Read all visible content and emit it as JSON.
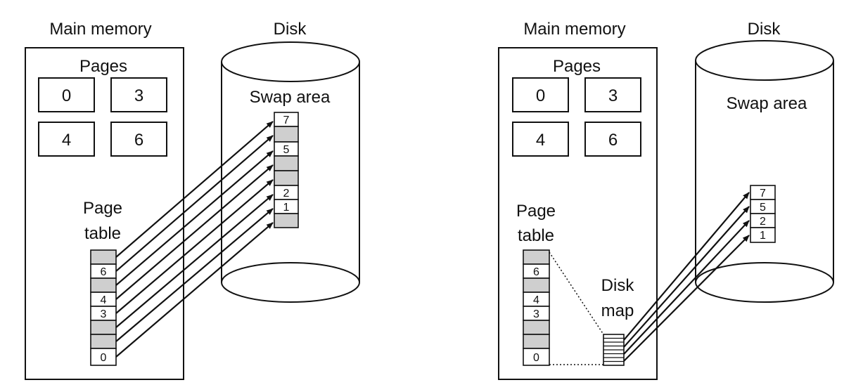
{
  "colors": {
    "stroke": "#111111",
    "empty_slot": "#cfcfcf",
    "background": "#ffffff"
  },
  "left": {
    "memory_title": "Main memory",
    "disk_title": "Disk",
    "pages_label": "Pages",
    "pages": [
      "0",
      "3",
      "4",
      "6"
    ],
    "page_table_label_1": "Page",
    "page_table_label_2": "table",
    "page_table": [
      "",
      "6",
      "",
      "4",
      "3",
      "",
      "",
      "0"
    ],
    "swap_label": "Swap area",
    "swap": [
      "7",
      "",
      "5",
      "",
      "",
      "2",
      "1",
      ""
    ]
  },
  "right": {
    "memory_title": "Main memory",
    "disk_title": "Disk",
    "pages_label": "Pages",
    "pages": [
      "0",
      "3",
      "4",
      "6"
    ],
    "page_table_label_1": "Page",
    "page_table_label_2": "table",
    "page_table": [
      "",
      "6",
      "",
      "4",
      "3",
      "",
      "",
      "0"
    ],
    "disk_map_label_1": "Disk",
    "disk_map_label_2": "map",
    "swap_label": "Swap area",
    "swap": [
      "7",
      "5",
      "2",
      "1"
    ]
  }
}
